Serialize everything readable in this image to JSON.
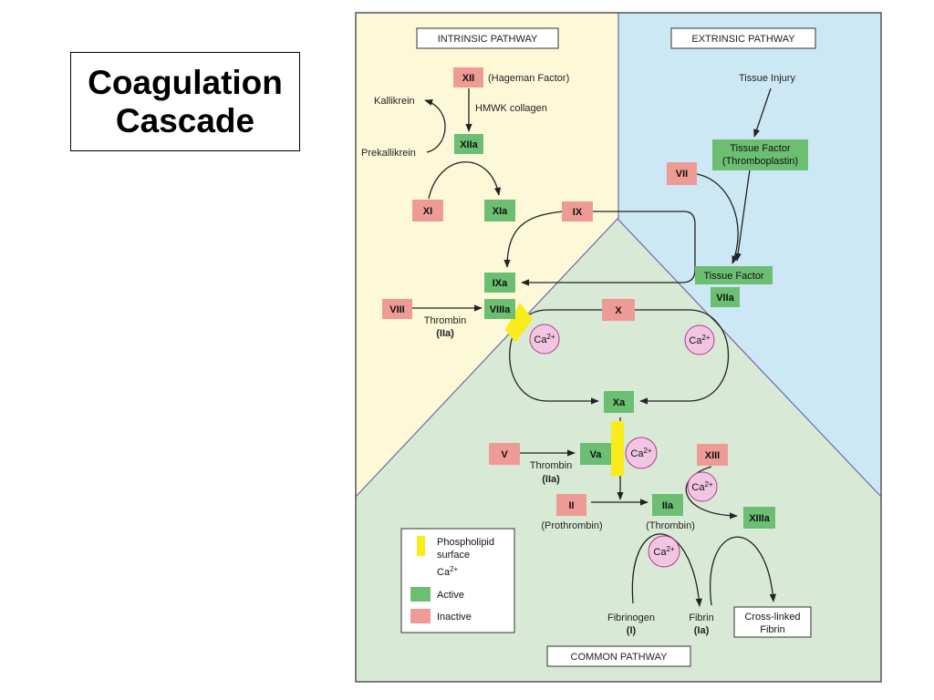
{
  "title": {
    "line1": "Coagulation",
    "line2": "Cascade"
  },
  "pathways": {
    "intrinsic": "INTRINSIC PATHWAY",
    "extrinsic": "EXTRINSIC PATHWAY",
    "common": "COMMON PATHWAY"
  },
  "factors": {
    "xii": "XII",
    "xiia": "XIIa",
    "xi": "XI",
    "xia": "XIa",
    "ix": "IX",
    "ixa": "IXa",
    "viii": "VIII",
    "viiia": "VIIIa",
    "vii": "VII",
    "viia": "VIIa",
    "x": "X",
    "xa": "Xa",
    "v": "V",
    "va": "Va",
    "ii": "II",
    "iia": "IIa",
    "xiii": "XIII",
    "xiiia": "XIIIa",
    "tissue_factor_1": "Tissue Factor",
    "tissue_factor_2": "(Thromboplastin)",
    "tissue_factor_b": "Tissue Factor"
  },
  "labels": {
    "hageman": "(Hageman Factor)",
    "hmwk": "HMWK collagen",
    "kallikrein": "Kallikrein",
    "prekallikrein": "Prekallikrein",
    "tissue_injury": "Tissue Injury",
    "thrombin_1": "Thrombin",
    "thrombin_1b": "(IIa)",
    "thrombin_2": "Thrombin",
    "thrombin_2b": "(IIa)",
    "prothrombin": "(Prothrombin)",
    "thrombin_3": "(Thrombin)",
    "fibrinogen": "Fibrinogen",
    "fibrinogen_b": "(I)",
    "fibrin": "Fibrin",
    "fibrin_b": "(Ia)",
    "crosslinked_1": "Cross-linked",
    "crosslinked_2": "Fibrin",
    "ca_base": "Ca",
    "ca_sup": "2+"
  },
  "legend": {
    "phospholipid_1": "Phospholipid",
    "phospholipid_2": "surface",
    "ca_base": "Ca",
    "ca_sup": "2+",
    "active": "Active",
    "inactive": "Inactive"
  },
  "colors": {
    "intrinsic_bg": "#fdf8d8",
    "extrinsic_bg": "#cde8f5",
    "common_bg": "#d8ead6",
    "active": "#6cbf72",
    "inactive": "#ee9b96",
    "phospholipid": "#f8ec1a",
    "calcium": "#f2c6e2"
  }
}
